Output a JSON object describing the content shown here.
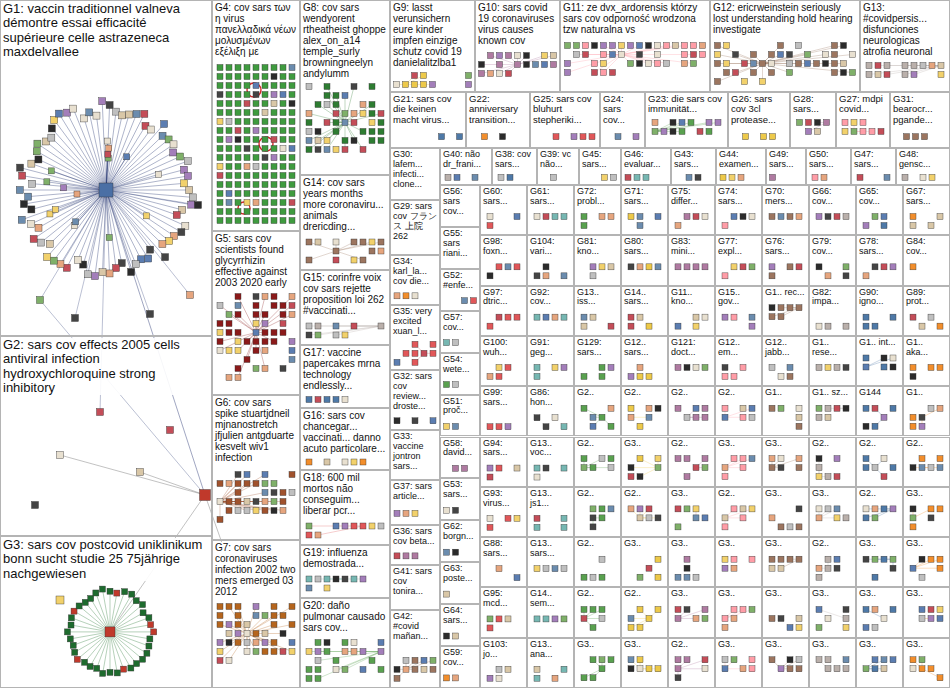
{
  "diagram": {
    "nodes": [
      {
        "text": [
          "G1: vaccin traditionnel valneva démontre essai efficacité supérieure celle astrazeneca maxdelvallee"
        ]
      },
      {
        "text": [
          "G2: sars cov effects 2005 cells antiviral infection hydroxychloroquine strong inhibitory"
        ]
      },
      {
        "text": [
          "G3: sars cov postcovid uniklinikum bonn sucht studie 25 75jährige nachgewiesen"
        ]
      },
      {
        "text": [
          "G4: cov sars των η virus πανελλαδικά νέων μολυσμένων εξέλιξη με"
        ]
      },
      {
        "text": [
          "G5: sars cov scientists found glycyrrhizin effective against 2003 2020 early"
        ]
      },
      {
        "text": [
          "G6: cov sars spike stuartjdneil mjnanostretch jfjulien antgduarte kesvelt wiv1 infection"
        ]
      },
      {
        "text": [
          "G7: cov sars coronaviruses infection 2002 two mers emerged 03 2012"
        ]
      },
      {
        "text": [
          "G8: cov sars wendyorent rtheatheist ghoppe alex_on_a14 temple_surly browningneelyn andylumm"
        ]
      },
      {
        "text": [
          "G14: cov sars years months more coronaviru... animals drericding..."
        ]
      },
      {
        "text": [
          "G15: corinfre voix cov sars rejette proposition loi 262 #vaccinati..."
        ]
      },
      {
        "text": [
          "G17: vaccine papercakes mrna technology endlessly..."
        ]
      },
      {
        "text": [
          "G16: sars cov chancegar... vaccinati... danno acuto particolare..."
        ]
      },
      {
        "text": [
          "G18: 600 mil mortos não conseguim... liberar pcr..."
        ]
      },
      {
        "text": [
          "G19: influenza demostrada..."
        ]
      },
      {
        "text": [
          "G20: daño pulmonar causado sars cov..."
        ]
      },
      {
        "text": [
          "G9: lasst verunsichern eure kinder impfen einzige schutz covid 19 danielalitzlba1"
        ]
      },
      {
        "text": [
          "G10: sars covid 19 coronaviruses virus causes known cov"
        ]
      },
      {
        "text": [
          "G11: ze dvx_ardorensis którzy sars cov odporność wrodzona tzw naturalna vs"
        ]
      },
      {
        "text": [
          "G12: ericrweinstein seriously lost understanding hold hearing investigate"
        ]
      },
      {
        "text": [
          "G13: #covidpersis... disfunciones neurologicas atrofia neuronal"
        ]
      },
      {
        "text": [
          "G21: sars cov die keinen macht virus..."
        ]
      },
      {
        "text": [
          "G22: anniversary transition..."
        ]
      },
      {
        "text": [
          "G25: sars cov bluhurt stepheriki..."
        ]
      },
      {
        "text": [
          "G24: sars cov..."
        ]
      },
      {
        "text": [
          "G23: die sars cov immunität..."
        ]
      },
      {
        "text": [
          "G26: sars cov 3cl protease..."
        ]
      },
      {
        "text": [
          "G28: sars..."
        ]
      },
      {
        "text": [
          "G27: mdpi covid..."
        ]
      },
      {
        "text": [
          "G31: bearocr... pgande..."
        ]
      },
      {
        "text": [
          "G30: lafem... infecti... clone..."
        ]
      },
      {
        "text": [
          "G29: sars cov フランス 上院 262"
        ]
      },
      {
        "text": [
          "G34: karl_la... cov die..."
        ]
      },
      {
        "text": [
          "G35: very excited xuan_l..."
        ]
      },
      {
        "text": [
          "G32: sars cov review... droste..."
        ]
      },
      {
        "text": [
          "G33: vaccine jontron sars..."
        ]
      },
      {
        "text": [
          "G37: sars article..."
        ]
      },
      {
        "text": [
          "G36: sars cov beta..."
        ]
      },
      {
        "text": [
          "G41: sars cov tonira..."
        ]
      },
      {
        "text": [
          "G42: #covid mañan..."
        ]
      },
      {
        "text": [
          "G40: não dr_frani..."
        ]
      },
      {
        "text": [
          "G38: cov sars..."
        ]
      },
      {
        "text": [
          "G39: vc não..."
        ]
      },
      {
        "text": [
          "G45: sars..."
        ]
      },
      {
        "text": [
          "G46: evaluar..."
        ]
      },
      {
        "text": [
          "G43: sars..."
        ]
      },
      {
        "text": [
          "G44: examen..."
        ]
      },
      {
        "text": [
          "G49: sars..."
        ]
      },
      {
        "text": [
          "G50: sars..."
        ]
      },
      {
        "text": [
          "G47: sars..."
        ]
      },
      {
        "text": [
          "G48: gensc..."
        ]
      },
      {
        "text": [
          "G56: sars cov..."
        ]
      },
      {
        "text": [
          "G55: sars riani..."
        ]
      },
      {
        "text": [
          "G52: #enfe..."
        ]
      },
      {
        "text": [
          "G57: cov..."
        ]
      },
      {
        "text": [
          "G54: wete..."
        ]
      },
      {
        "text": [
          "G51: proč..."
        ]
      },
      {
        "text": [
          "G58: david..."
        ]
      },
      {
        "text": [
          "G53: sars..."
        ]
      },
      {
        "text": [
          "G62: borgn..."
        ]
      },
      {
        "text": [
          "G63: poste..."
        ]
      },
      {
        "text": [
          "G64: sars..."
        ]
      },
      {
        "text": [
          "G59: cov..."
        ]
      },
      {
        "text": [
          "G60: sars..."
        ]
      },
      {
        "text": [
          "G61: sars..."
        ]
      },
      {
        "text": [
          "G72: probl..."
        ]
      },
      {
        "text": [
          "G71: sars..."
        ]
      },
      {
        "text": [
          "G75: differ..."
        ]
      },
      {
        "text": [
          "G74: sars..."
        ]
      },
      {
        "text": [
          "G70: mers..."
        ]
      },
      {
        "text": [
          "G66: cov..."
        ]
      },
      {
        "text": [
          "G65: cov..."
        ]
      },
      {
        "text": [
          "G67: sars..."
        ]
      },
      {
        "text": [
          "G98: foxn..."
        ]
      },
      {
        "text": [
          "G104: vari..."
        ]
      },
      {
        "text": [
          "G81: kno..."
        ]
      },
      {
        "text": [
          "G80: sars..."
        ]
      },
      {
        "text": [
          "G83: mini..."
        ]
      },
      {
        "text": [
          "G77: expl..."
        ]
      },
      {
        "text": [
          "G76: sars..."
        ]
      },
      {
        "text": [
          "G79: cov..."
        ]
      },
      {
        "text": [
          "G78: sars..."
        ]
      },
      {
        "text": [
          "G84: cov..."
        ]
      },
      {
        "text": [
          "G97: dtric..."
        ]
      },
      {
        "text": [
          "G92: cov..."
        ]
      },
      {
        "text": [
          "G13.. iss..."
        ]
      },
      {
        "text": [
          "G14.. sars..."
        ]
      },
      {
        "text": [
          "G11.. kno..."
        ]
      },
      {
        "text": [
          "G15.. gov..."
        ]
      },
      {
        "text": [
          "G1.. rec..."
        ]
      },
      {
        "text": [
          "G82: impa..."
        ]
      },
      {
        "text": [
          "G90: igno..."
        ]
      },
      {
        "text": [
          "G89: prot..."
        ]
      },
      {
        "text": [
          "G100: wuh..."
        ]
      },
      {
        "text": [
          "G91: geg..."
        ]
      },
      {
        "text": [
          "G129: sars..."
        ]
      },
      {
        "text": [
          "G12.. sars..."
        ]
      },
      {
        "text": [
          "G121: doct..."
        ]
      },
      {
        "text": [
          "G12.. em..."
        ]
      },
      {
        "text": [
          "G12.. jabb..."
        ]
      },
      {
        "text": [
          "G1.. rese..."
        ]
      },
      {
        "text": [
          "G1.. int..."
        ]
      },
      {
        "text": [
          "G1.. aka..."
        ]
      },
      {
        "text": [
          "G99: sars..."
        ]
      },
      {
        "text": [
          "G86: hon..."
        ]
      },
      {
        "text": [
          "G2.."
        ]
      },
      {
        "text": [
          "G2.."
        ]
      },
      {
        "text": [
          "G2.."
        ]
      },
      {
        "text": [
          "G2.."
        ]
      },
      {
        "text": [
          "G1.."
        ]
      },
      {
        "text": [
          "G1.. sz..."
        ]
      },
      {
        "text": [
          "G144"
        ]
      },
      {
        "text": [
          "G1.."
        ]
      },
      {
        "text": [
          "G94: sars..."
        ]
      },
      {
        "text": [
          "G13.. voc..."
        ]
      },
      {
        "text": [
          "G2.."
        ]
      },
      {
        "text": [
          "G3.."
        ]
      },
      {
        "text": [
          "G2.."
        ]
      },
      {
        "text": [
          "G3.."
        ]
      },
      {
        "text": [
          "G3.."
        ]
      },
      {
        "text": [
          "G2.."
        ]
      },
      {
        "text": [
          "G2.."
        ]
      },
      {
        "text": [
          "G2.."
        ]
      },
      {
        "text": [
          "G93: virus..."
        ]
      },
      {
        "text": [
          "G13.. js1..."
        ]
      },
      {
        "text": [
          "G2.."
        ]
      },
      {
        "text": [
          "G2.."
        ]
      },
      {
        "text": [
          "G3.."
        ]
      },
      {
        "text": [
          "G2.."
        ]
      },
      {
        "text": [
          "G3.."
        ]
      },
      {
        "text": [
          "G3.."
        ]
      },
      {
        "text": [
          "G2.."
        ]
      },
      {
        "text": [
          "G3.."
        ]
      },
      {
        "text": [
          "G88: sars..."
        ]
      },
      {
        "text": [
          "G13.. sars..."
        ]
      },
      {
        "text": [
          "G2.."
        ]
      },
      {
        "text": [
          "G3.."
        ]
      },
      {
        "text": [
          "G3.."
        ]
      },
      {
        "text": [
          "G3.."
        ]
      },
      {
        "text": [
          "G3.."
        ]
      },
      {
        "text": [
          "G2.."
        ]
      },
      {
        "text": [
          "G3.."
        ]
      },
      {
        "text": [
          "G3.."
        ]
      },
      {
        "text": [
          "G95: mcd..."
        ]
      },
      {
        "text": [
          "G14.. sem..."
        ]
      },
      {
        "text": [
          "G2.."
        ]
      },
      {
        "text": [
          "G2.."
        ]
      },
      {
        "text": [
          "G3.."
        ]
      },
      {
        "text": [
          "G3.."
        ]
      },
      {
        "text": [
          "G3.."
        ]
      },
      {
        "text": [
          "G3.."
        ]
      },
      {
        "text": [
          "G3.."
        ]
      },
      {
        "text": [
          "G3.."
        ]
      },
      {
        "text": [
          "G103: jo..."
        ]
      },
      {
        "text": [
          "G13.. ana..."
        ]
      },
      {
        "text": [
          "G3.."
        ]
      },
      {
        "text": [
          "G3.."
        ]
      },
      {
        "text": [
          "G2.."
        ]
      },
      {
        "text": [
          "G3.."
        ]
      },
      {
        "text": [
          "G3.."
        ]
      },
      {
        "text": [
          "G3.."
        ]
      },
      {
        "text": [
          "G3.."
        ]
      },
      {
        "text": [
          "G3.."
        ]
      }
    ]
  }
}
